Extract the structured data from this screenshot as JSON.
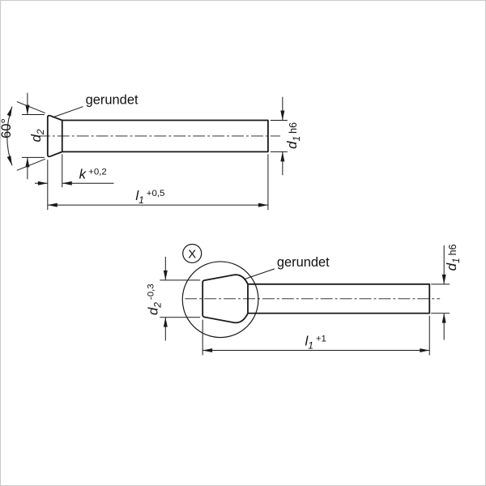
{
  "canvas": {
    "background": "#ffffff",
    "border_color": "#c9c9c9",
    "line_color": "#1a1a1a"
  },
  "drawing_top": {
    "gerundet_label": "gerundet",
    "angle_label": "60°",
    "d2": {
      "base": "d",
      "sub": "2"
    },
    "k": {
      "base": "k",
      "tol": "+0,2"
    },
    "l1": {
      "base": "l",
      "sub": "1",
      "tol": "+0,5"
    },
    "d1": {
      "base": "d",
      "sub": "1",
      "fit": "h6"
    }
  },
  "drawing_bottom": {
    "detail_label": "X",
    "gerundet_label": "gerundet",
    "d2": {
      "base": "d",
      "sub": "2",
      "tol": "-0,3"
    },
    "d1": {
      "base": "d",
      "sub": "1",
      "fit": "h6"
    },
    "l1": {
      "base": "l",
      "sub": "1",
      "tol": "+1"
    }
  }
}
